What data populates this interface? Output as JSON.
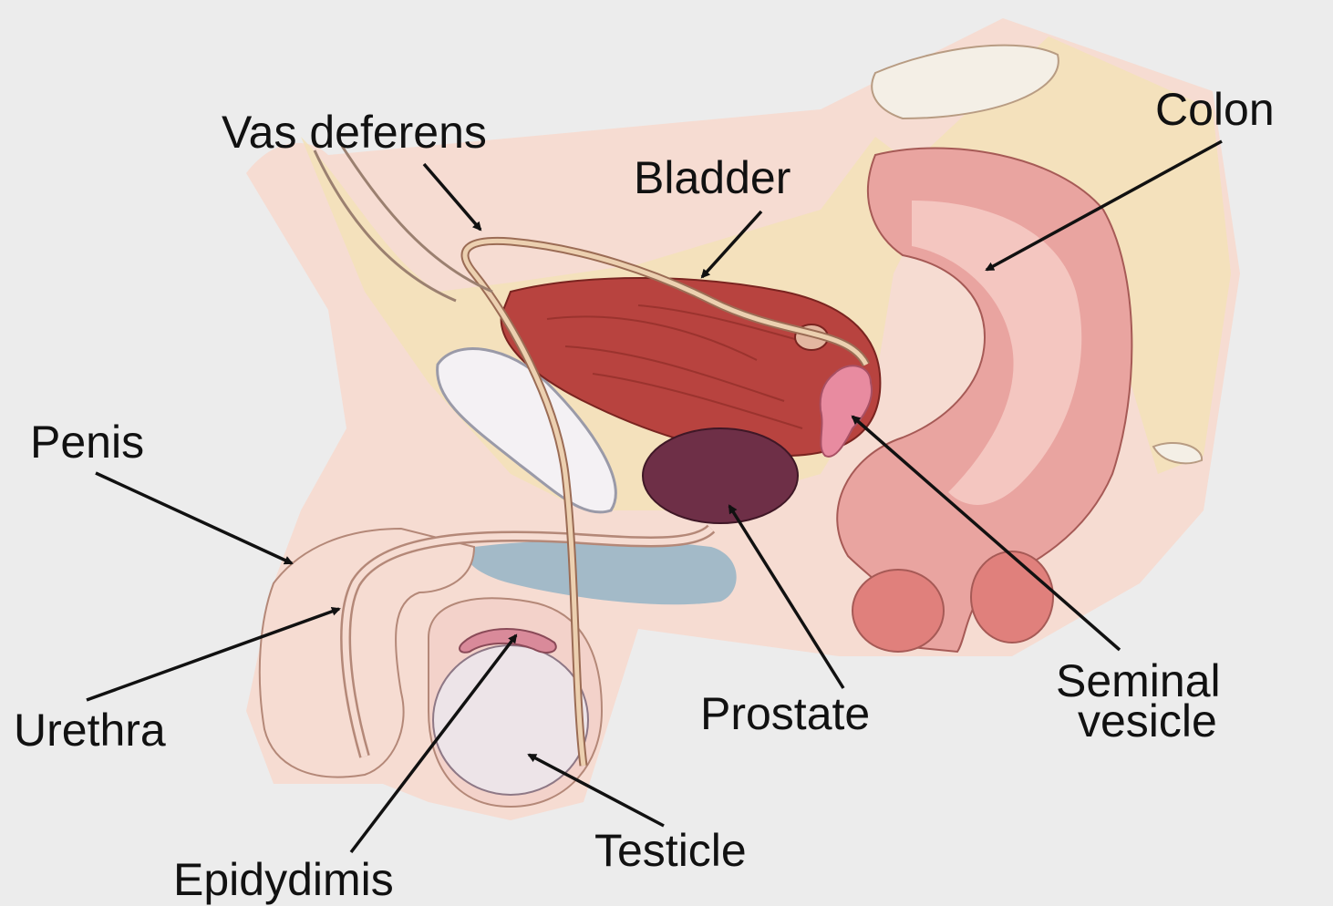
{
  "labels": {
    "vas_deferens": "Vas deferens",
    "bladder": "Bladder",
    "colon": "Colon",
    "penis": "Penis",
    "urethra": "Urethra",
    "prostate": "Prostate",
    "seminal_line1": "Seminal",
    "seminal_line2": "vesicle",
    "testicle": "Testicle",
    "epidydimis": "Epidydimis"
  },
  "colors": {
    "background": "#ececec",
    "skin": "#f6dcd2",
    "fat": "#f3e2b8",
    "bladder": "#b8433f",
    "prostate": "#6e2f47",
    "colon": "#e9a4a0",
    "testicle": "#ede4e8",
    "duct": "#e9c8a8",
    "blue_tissue": "#5e9fbf"
  }
}
